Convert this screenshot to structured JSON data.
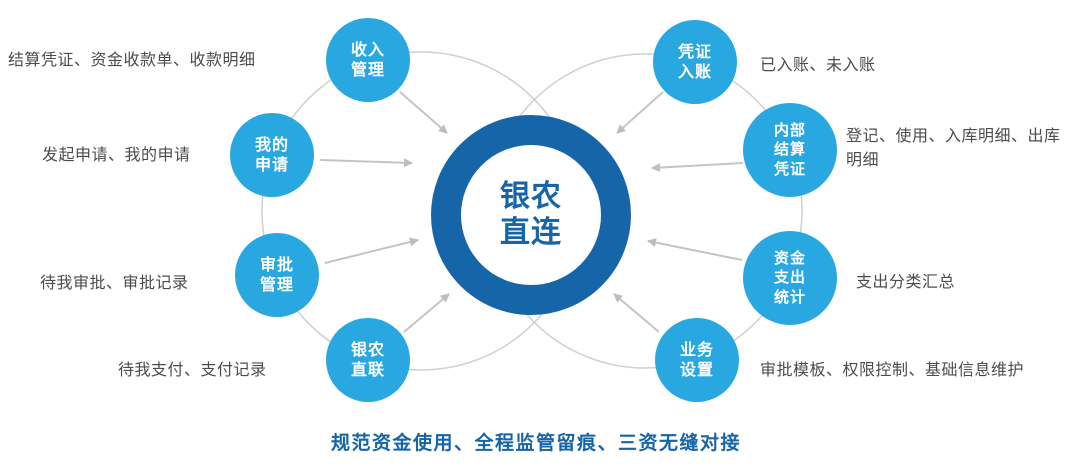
{
  "center": {
    "label": "银农\n直连"
  },
  "left_nodes": [
    {
      "label": "收入\n管理",
      "desc": "结算凭证、资金收款单、收款明细"
    },
    {
      "label": "我的\n申请",
      "desc": "发起申请、我的申请"
    },
    {
      "label": "审批\n管理",
      "desc": "待我审批、审批记录"
    },
    {
      "label": "银农\n直联",
      "desc": "待我支付、支付记录"
    }
  ],
  "right_nodes": [
    {
      "label": "凭证\n入账",
      "desc": "已入账、未入账"
    },
    {
      "label": "内部\n结算\n凭证",
      "desc": "登记、使用、入库明细、出库明细"
    },
    {
      "label": "资金\n支出\n统计",
      "desc": "支出分类汇总"
    },
    {
      "label": "业务\n设置",
      "desc": "审批模板、权限控制、基础信息维护"
    }
  ],
  "caption": "规范资金使用、全程监管留痕、三资无缝对接",
  "colors": {
    "center_ring_blue": "#1565a8",
    "satellite_blue": "#29a7e0",
    "caption_blue": "#1565a8",
    "orbit_line_gray": "#cfcfcf",
    "arrow_gray": "#c4c4c4",
    "desc_text_gray": "#4c4c4c"
  }
}
